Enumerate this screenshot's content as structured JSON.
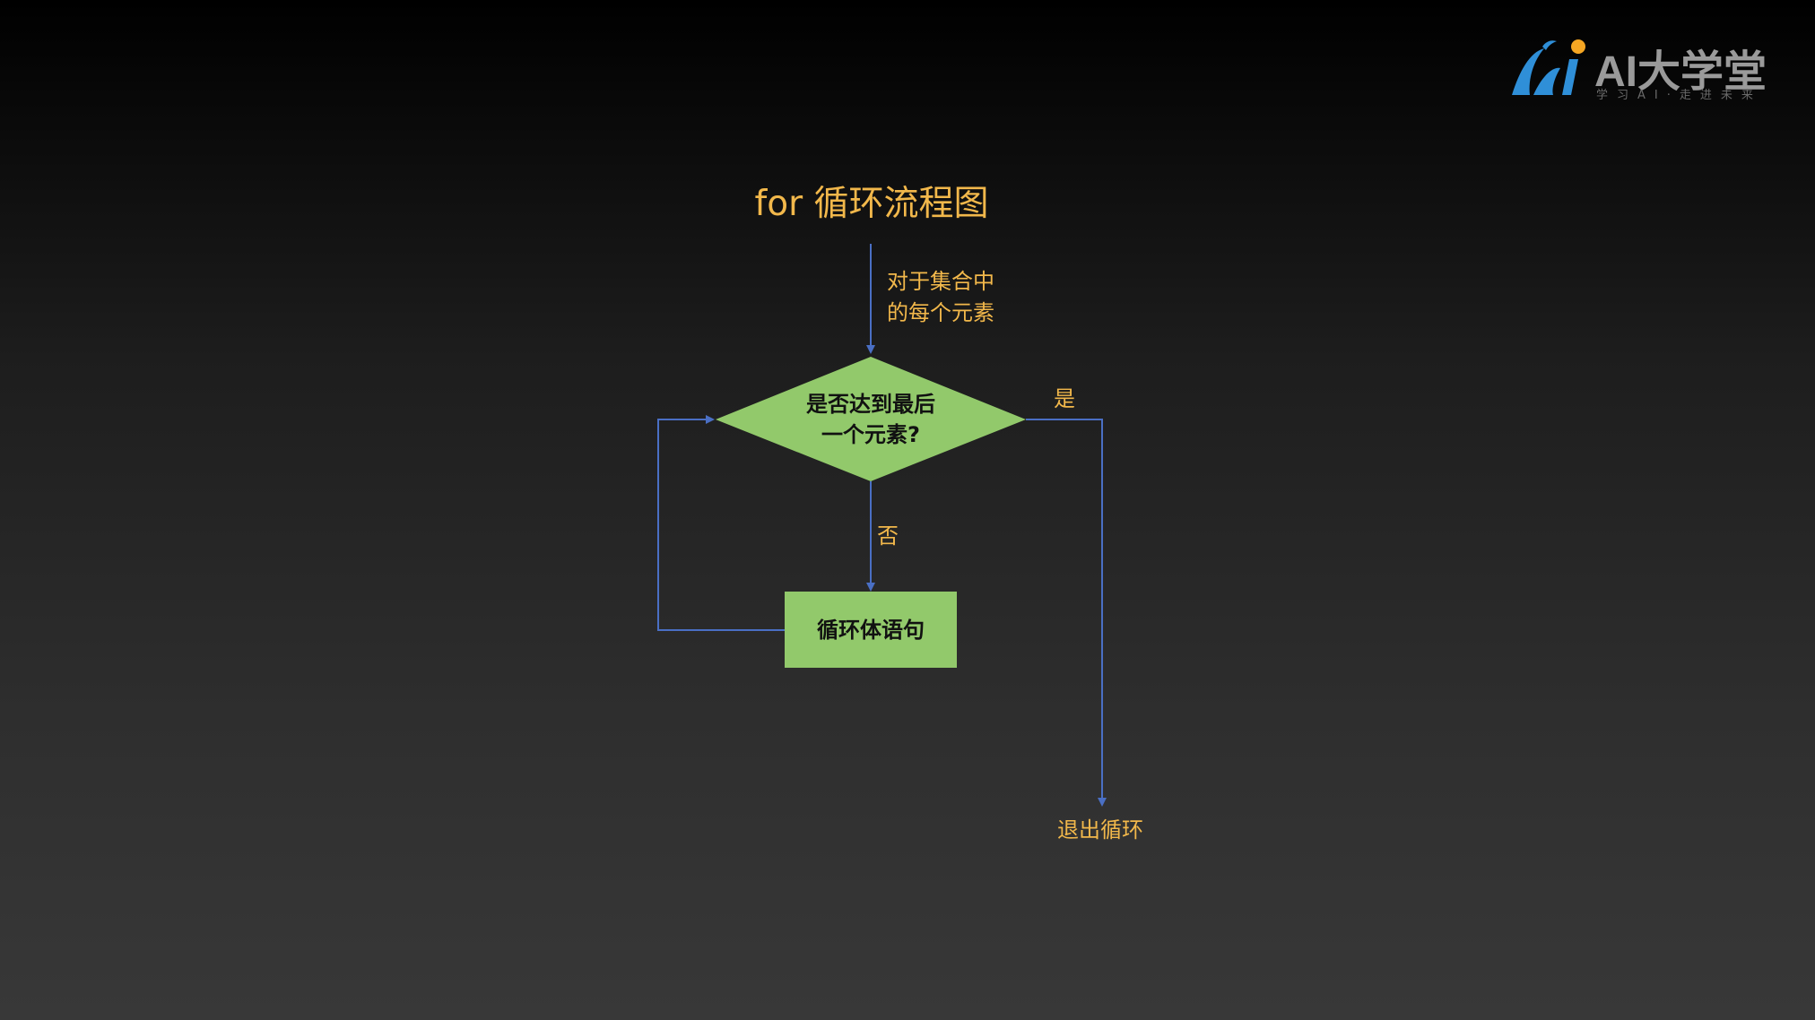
{
  "title": "for 循环流程图",
  "logo": {
    "brand": "AI大学堂",
    "tagline": "学习AI·走进未来"
  },
  "nodes": {
    "decision": [
      "是否达到最后",
      "一个元素?"
    ],
    "body": "循环体语句"
  },
  "labels": {
    "entry": [
      "对于集合中",
      "的每个元素"
    ],
    "no": "否",
    "yes": "是",
    "exit": "退出循环"
  },
  "colors": {
    "accent": "#f2b84b",
    "node_fill": "#92c96b",
    "connector": "#4a6fc4",
    "logo_blue": "#2f8fd8",
    "logo_orange": "#f5a623"
  }
}
